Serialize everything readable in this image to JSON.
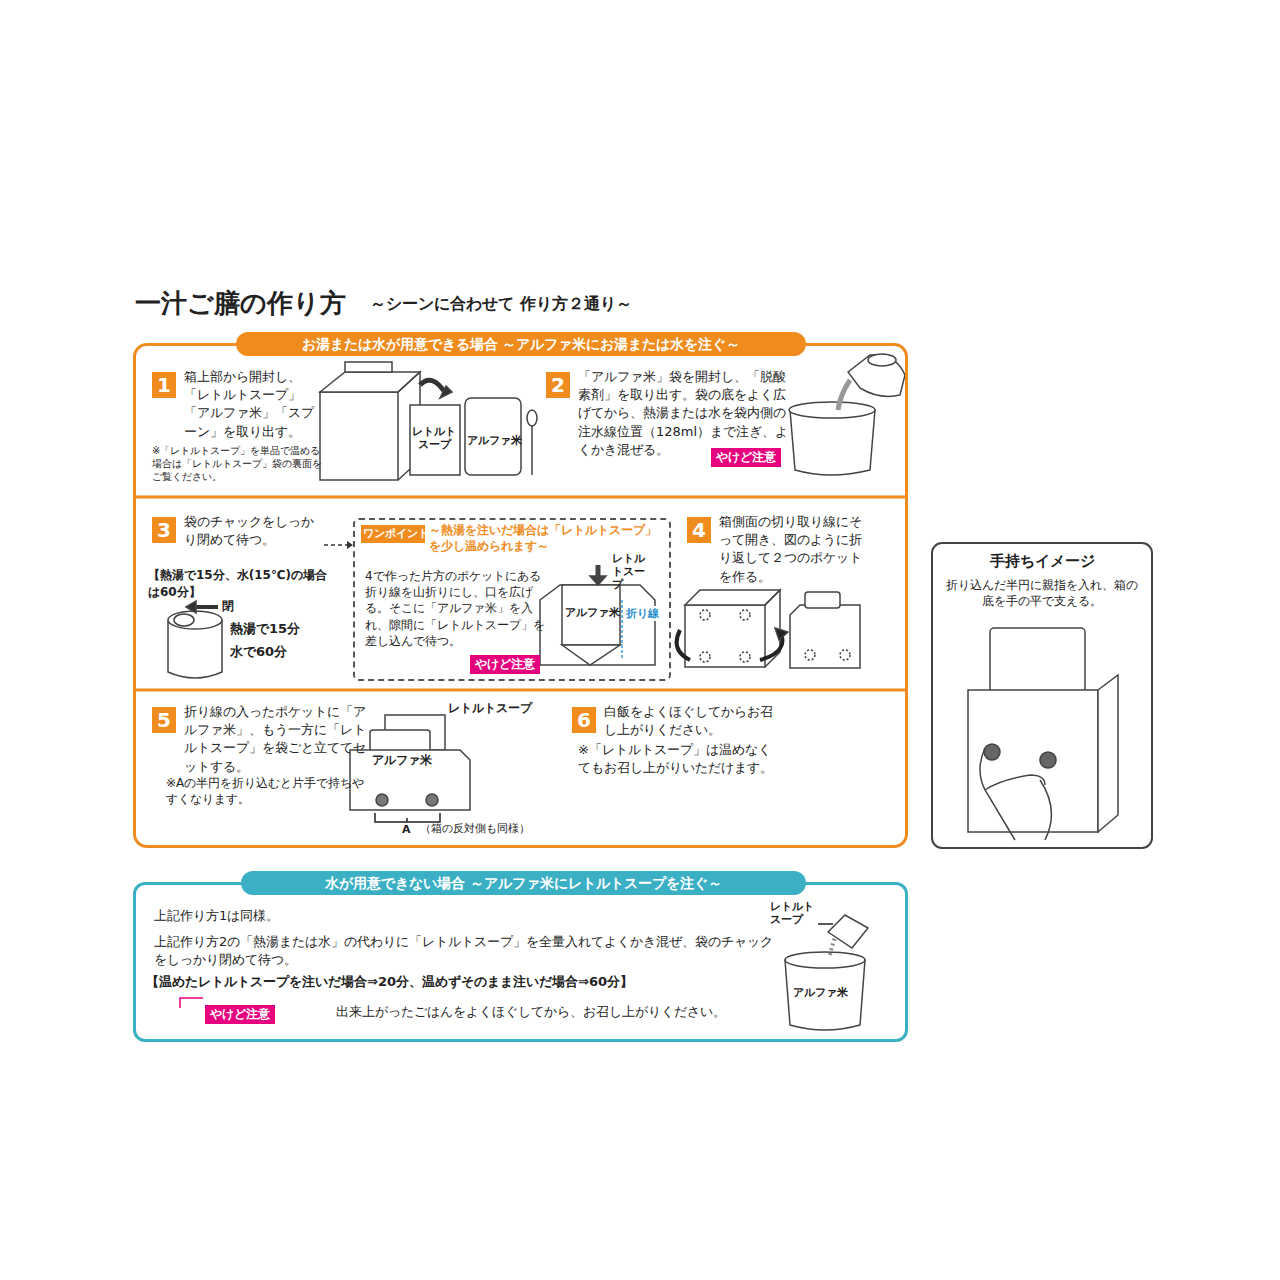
{
  "diagram": {
    "title": "一汁ご膳の作り方",
    "nodes": [
      {
        "text": [
          "お湯または水が用意できる場合 ～アルファ米にお湯または水を注ぐ～"
        ]
      },
      {
        "text": [
          "1",
          "箱上部から開封し、「レトルトスープ」「アルファ米」「スプーン」を取り出す。",
          "※「レトルトスープ」を単品で温める場合は「レトルトスープ」袋の裏面をご覧ください。"
        ],
        "in": 0
      },
      {
        "text": [
          "2",
          "「アルファ米」袋を開封し、「脱酸素剤」を取り出す。袋の底をよく広げてから、熱湯または水を袋内側の注水線位置（128ml）まで注ぎ、よくかき混ぜる。"
        ],
        "in": 0
      },
      {
        "text": [
          "3",
          "袋のチャックをしっかり閉めて待つ。",
          "【熱湯で15分、水(15℃)の場合は60分】"
        ],
        "in": 0
      },
      {
        "text": [
          "ワンポイント",
          "～熱湯を注いだ場合は「レトルトスープ」を少し温められます～",
          "4で作った片方のポケットにある折り線を山折りにし、口を広げる。そこに「アルファ米」を入れ、隙間に「レトルトスープ」を差し込んで待つ。"
        ],
        "in": 0
      },
      {
        "text": [
          "4",
          "箱側面の切り取り線にそって開き、図のように折り返して２つのポケットを作る。"
        ],
        "in": 0
      },
      {
        "text": [
          "5",
          "折り線の入ったポケットに「アルファ米」、もう一方に「レトルトスープ」を袋ごと立ててセットする。",
          "※Aの半円を折り込むと片手で持ちやすくなります。"
        ],
        "in": 0
      },
      {
        "text": [
          "6",
          "白飯をよくほぐしてからお召し上がりください。",
          "※「レトルトスープ」は温めなくてもお召し上がりいただけます。"
        ],
        "in": 0
      },
      {
        "text": [
          "手持ちイメージ",
          "折り込んだ半円に親指を入れ、箱の底を手の平で支える。"
        ]
      },
      {
        "text": [
          "水が用意できない場合 ～アルファ米にレトルトスープを注ぐ～",
          "上記作り方1は同様。",
          "上記作り方2の「熱湯または水」の代わりに「レトルトスープ」を全量入れてよくかき混ぜ、袋のチャックをしっかり閉めて待つ。",
          "【温めたレトルトスープを注いだ場合⇒20分、温めずそのまま注いだ場合⇒60分】",
          "出来上がったごはんをよくほぐしてから、お召し上がりください。"
        ]
      }
    ],
    "edges": [
      {
        "from": 3,
        "to": 4,
        "arrow": "to"
      }
    ],
    "labels": [
      "～シーンに合わせて 作り方２通り～",
      "レトルトスープ",
      "アルファ米",
      "やけど注意",
      "閉",
      "熱湯で15分",
      "水で60分",
      "レトルトスープ",
      "アルファ米",
      "折り線",
      "やけど注意",
      "レトルトスープ",
      "アルファ米",
      "A",
      "（箱の反対側も同様）",
      "やけど注意",
      "レトルトスープ",
      "アルファ米"
    ]
  }
}
